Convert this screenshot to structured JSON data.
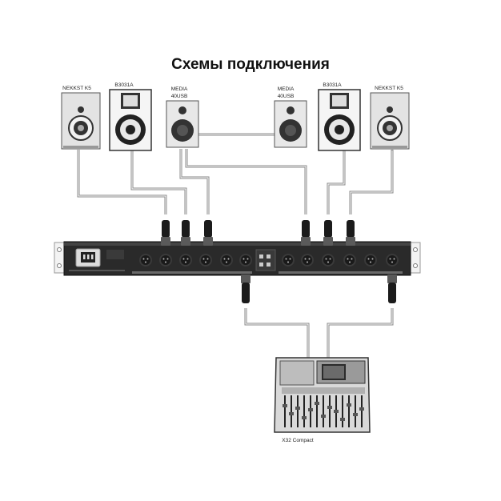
{
  "title": "Схемы подключения",
  "devices": {
    "left_outer": "NEKKST K5",
    "left_inner": "B3031A",
    "left_media_line1": "MEDIA",
    "left_media_line2": "40USB",
    "right_media_line1": "MEDIA",
    "right_media_line2": "40USB",
    "right_inner": "B3031A",
    "right_outer": "NEKKST K5",
    "mixer": "X32 Compact"
  },
  "colors": {
    "cable": "#9a9a9a",
    "device_fill": "#e6e6e6",
    "dark": "#1b1b1b"
  }
}
